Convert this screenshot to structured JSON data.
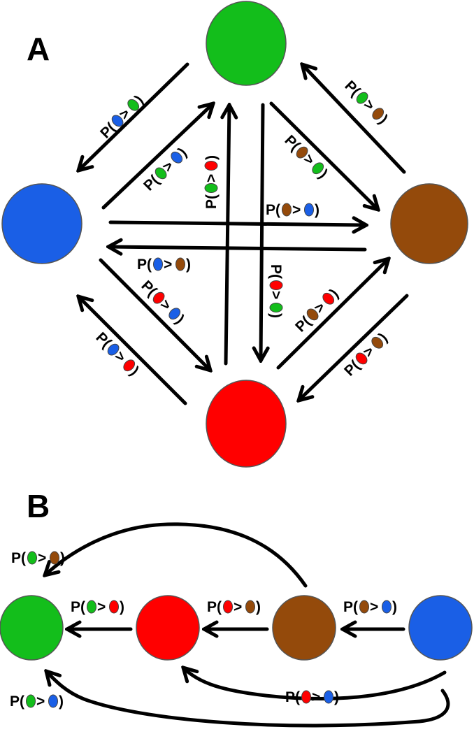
{
  "colors": {
    "green": "#13BE1B",
    "blue": "#1A5FE6",
    "brown": "#944A0B",
    "red": "#FF0000"
  },
  "panels": {
    "a": {
      "letter": "A"
    },
    "b": {
      "letter": "B"
    }
  },
  "label_text": {
    "prefix": "P(",
    "gt": ">",
    "suffix": ")"
  },
  "diagram_a": {
    "nodes": [
      "green",
      "blue",
      "brown",
      "red"
    ],
    "edges": [
      {
        "from": "green",
        "to": "blue",
        "label": {
          "first": "blue",
          "second": "green"
        }
      },
      {
        "from": "blue",
        "to": "green",
        "label": {
          "first": "green",
          "second": "blue"
        }
      },
      {
        "from": "brown",
        "to": "green",
        "label": {
          "first": "green",
          "second": "brown"
        }
      },
      {
        "from": "green",
        "to": "brown",
        "label": {
          "first": "brown",
          "second": "green"
        }
      },
      {
        "from": "red",
        "to": "green",
        "label": {
          "first": "green",
          "second": "red"
        }
      },
      {
        "from": "green",
        "to": "red",
        "label": {
          "first": "red",
          "second": "green"
        }
      },
      {
        "from": "blue",
        "to": "brown",
        "label": {
          "first": "brown",
          "second": "blue"
        }
      },
      {
        "from": "brown",
        "to": "blue",
        "label": {
          "first": "blue",
          "second": "brown"
        }
      },
      {
        "from": "blue",
        "to": "red",
        "label": {
          "first": "red",
          "second": "blue"
        }
      },
      {
        "from": "red",
        "to": "blue",
        "label": {
          "first": "blue",
          "second": "red"
        }
      },
      {
        "from": "red",
        "to": "brown",
        "label": {
          "first": "brown",
          "second": "red"
        }
      },
      {
        "from": "brown",
        "to": "red",
        "label": {
          "first": "red",
          "second": "brown"
        }
      }
    ]
  },
  "diagram_b": {
    "nodes": [
      "green",
      "red",
      "brown",
      "blue"
    ],
    "edges": [
      {
        "from": "red",
        "to": "green",
        "label": {
          "first": "green",
          "second": "red"
        }
      },
      {
        "from": "brown",
        "to": "red",
        "label": {
          "first": "red",
          "second": "brown"
        }
      },
      {
        "from": "blue",
        "to": "brown",
        "label": {
          "first": "brown",
          "second": "blue"
        }
      },
      {
        "from": "brown",
        "to": "green",
        "label": {
          "first": "green",
          "second": "brown"
        }
      },
      {
        "from": "blue",
        "to": "red",
        "label": {
          "first": "red",
          "second": "blue"
        }
      },
      {
        "from": "blue",
        "to": "green",
        "label": {
          "first": "green",
          "second": "blue"
        }
      }
    ]
  }
}
